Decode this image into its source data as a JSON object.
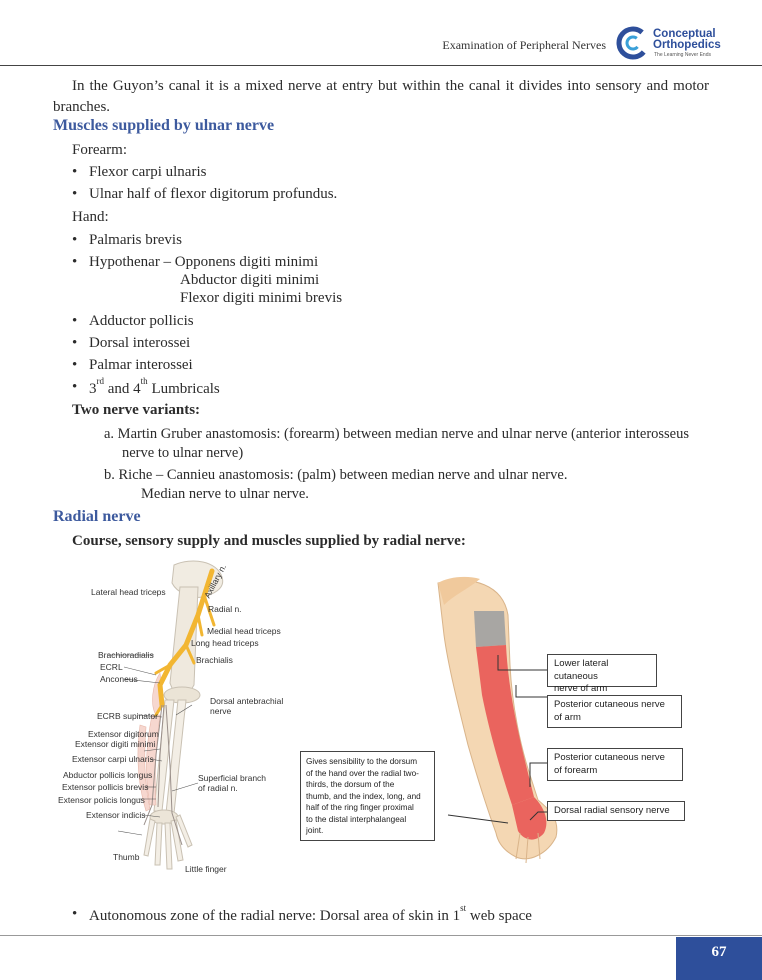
{
  "header": {
    "title": "Examination of Peripheral Nerves",
    "logo_word1": "Conceptual",
    "logo_word2": "Orthopedics",
    "logo_tagline": "The Learning Never Ends",
    "brand_color": "#2e4f9b"
  },
  "intro": "In the Guyon’s canal it is a mixed nerve at entry but within the canal it divides into sensory and motor branches.",
  "ulnar": {
    "heading": "Muscles supplied by ulnar nerve",
    "forearm_label": "Forearm:",
    "forearm_items": [
      "Flexor carpi ulnaris",
      "Ulnar half of flexor digitorum profundus."
    ],
    "hand_label": "Hand:",
    "hand_items": [
      "Palmaris brevis",
      "Hypothenar – Opponens digiti minimi",
      "Abductor digiti minimi",
      "Flexor digiti minimi brevis",
      "Adductor pollicis",
      "Dorsal interossei",
      "Palmar interossei"
    ],
    "lumbricals": {
      "a": "3",
      "a_sup": "rd",
      "b": " and 4",
      "b_sup": "th",
      "c": " Lumbricals"
    },
    "variants_heading": "Two nerve variants:",
    "variant_a_1": "a.  Martin Gruber anastomosis: (forearm) between median nerve and ulnar nerve (anterior interosseus",
    "variant_a_2": "nerve to ulnar nerve)",
    "variant_b_1": "b.  Riche – Cannieu anastomosis: (palm) between median nerve and ulnar nerve.",
    "variant_b_2": "Median nerve to ulnar nerve."
  },
  "radial": {
    "heading": "Radial nerve",
    "subheading": "Course, sensory supply and muscles supplied by radial nerve:",
    "left_labels": {
      "axillary": "Axillary n.",
      "lateral_head": "Lateral head triceps",
      "radial_n": "Radial n.",
      "medial_head": "Medial head triceps",
      "long_head": "Long head triceps",
      "brachioradialis": "Brachioradialis",
      "brachialis": "Brachialis",
      "ecrl": "ECRL",
      "anconeus": "Anconeus",
      "dorsal_ante_1": "Dorsal antebrachial",
      "dorsal_ante_2": "nerve",
      "ecrb": "ECRB supinator",
      "ext_digitorum": "Extensor digitorum",
      "ext_digiti_minimi": "Extensor digiti minimi",
      "ecu": "Extensor carpi ulnaris",
      "apl": "Abductor pollicis longus",
      "epb": "Extensor pollicis brevis",
      "epl": "Extensor policis longus",
      "ext_indicis": "Extensor indicis",
      "superficial_1": "Superficial branch",
      "superficial_2": "of radial n.",
      "thumb": "Thumb",
      "little_finger": "Little finger"
    },
    "right_boxes": {
      "lower_lateral_1": "Lower lateral cutaneous",
      "lower_lateral_2": "nerve of arm",
      "post_arm_1": "Posterior cutaneous nerve",
      "post_arm_2": "of arm",
      "post_forearm_1": "Posterior cutaneous nerve",
      "post_forearm_2": "of forearm",
      "dorsal_radial": "Dorsal radial sensory nerve",
      "note_1": "Gives sensibility to the dorsum",
      "note_2": "of the hand over the radial two-",
      "note_3": "thirds, the dorsum of the",
      "note_4": "thumb, and the index, long, and",
      "note_5": "half of the ring finger proximal",
      "note_6": "to the distal interphalangeal",
      "note_7": "joint."
    },
    "autonomous": {
      "a": "Autonomous zone of the radial nerve: Dorsal area of skin in 1",
      "sup": "st",
      "b": " web space"
    }
  },
  "footer": {
    "page_number": "67"
  },
  "colors": {
    "heading": "#3d5a9e",
    "nerve": "#f2b632",
    "skin_zone": "#e8504f"
  }
}
